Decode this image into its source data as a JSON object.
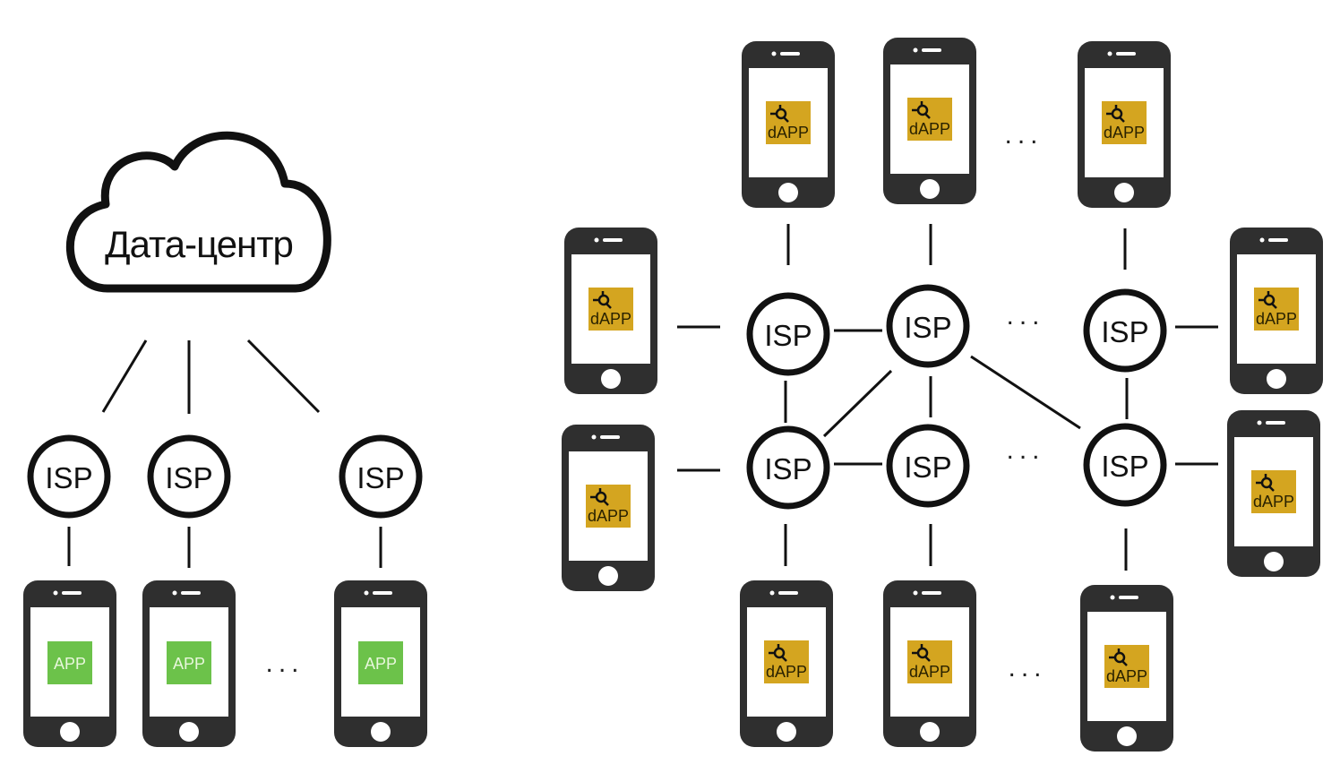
{
  "left": {
    "cloud_label": "Дата-центр",
    "isp_label": "ISP",
    "app_label": "APP",
    "ellipsis": "..."
  },
  "right": {
    "isp_label": "ISP",
    "dapp_label": "dAPP",
    "ellipsis": "..."
  },
  "colors": {
    "app_green": "#6cc24a",
    "dapp_gold": "#d4a520",
    "phone_body": "#2f2f2f",
    "line": "#111111"
  }
}
